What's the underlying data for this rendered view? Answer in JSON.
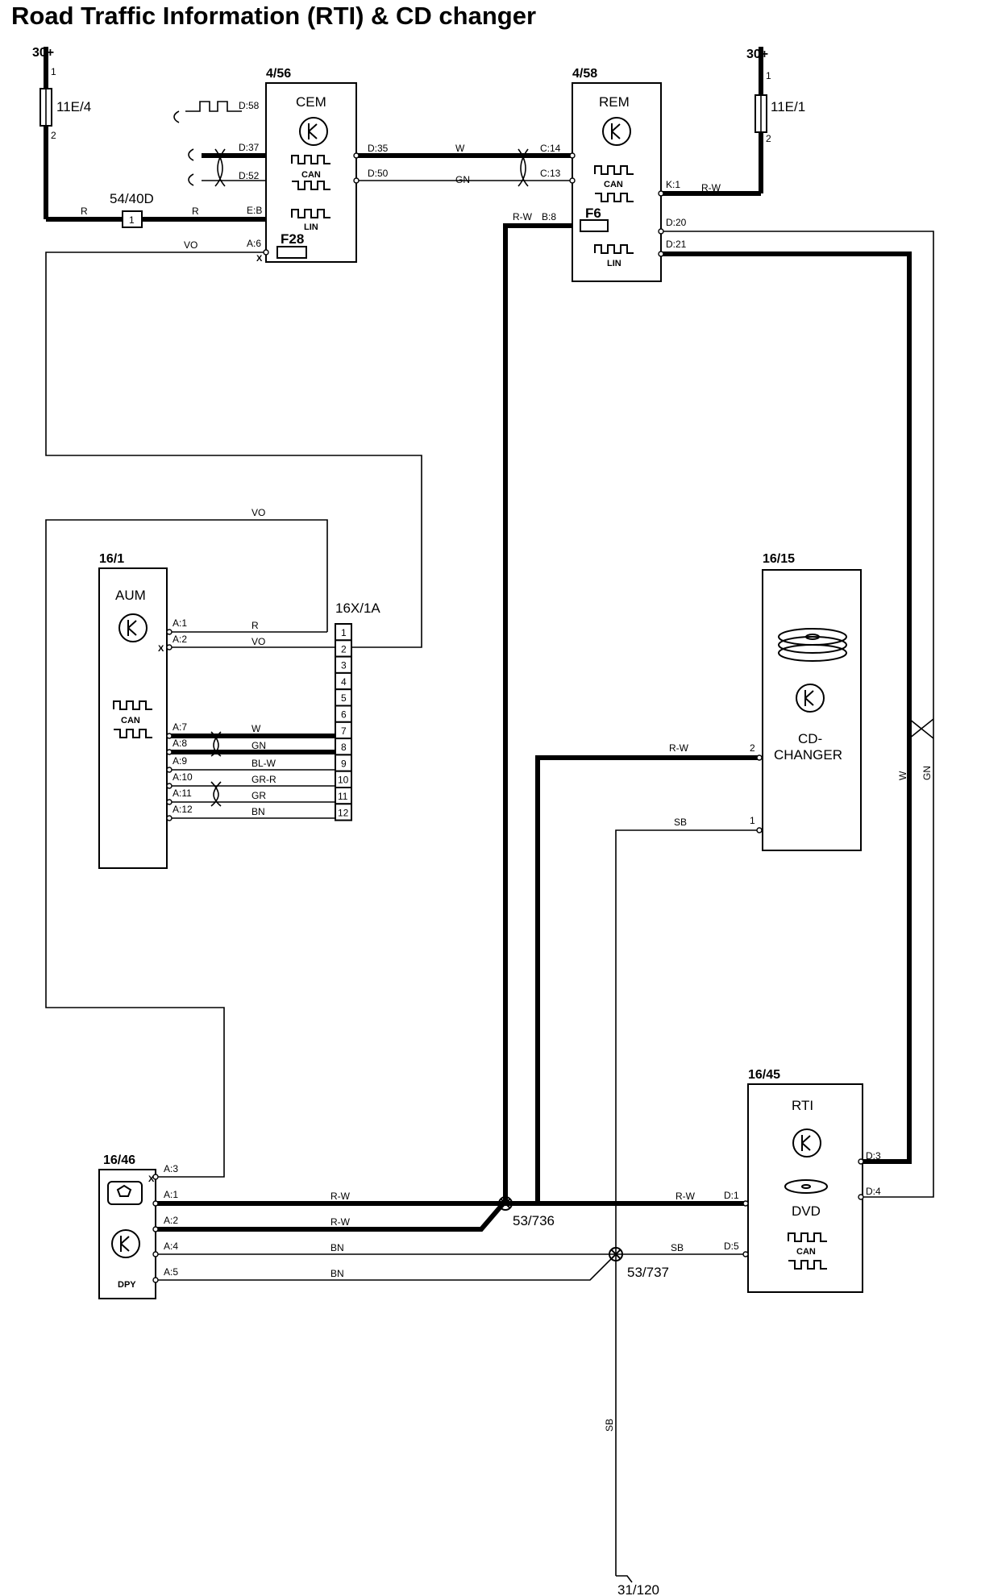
{
  "title": "Road Traffic Information (RTI) & CD changer",
  "supply": {
    "left": "30+",
    "right": "30+"
  },
  "fuses": {
    "f1": "11E/4",
    "f2": "11E/1",
    "f28": "F28",
    "f6": "F6",
    "f1_top": "1",
    "f1_bot": "2",
    "f2_top": "1",
    "f2_bot": "2"
  },
  "connector_54": {
    "id": "54/40D",
    "pin": "1"
  },
  "cem": {
    "id": "4/56",
    "name": "CEM",
    "can": "CAN",
    "lin": "LIN",
    "pins": {
      "d58": "D:58",
      "d37": "D:37",
      "d52": "D:52",
      "eb": "E:B",
      "a6": "A:6",
      "d35": "D:35",
      "d50": "D:50"
    }
  },
  "rem": {
    "id": "4/58",
    "name": "REM",
    "can": "CAN",
    "lin": "LIN",
    "pins": {
      "c14": "C:14",
      "c13": "C:13",
      "b8": "B:8",
      "k1": "K:1",
      "d20": "D:20",
      "d21": "D:21"
    }
  },
  "aum": {
    "id": "16/1",
    "name": "AUM",
    "can": "CAN",
    "pins": [
      "A:1",
      "A:2",
      "A:7",
      "A:8",
      "A:9",
      "A:10",
      "A:11",
      "A:12"
    ]
  },
  "connector_16x": {
    "id": "16X/1A",
    "pins": [
      "1",
      "2",
      "3",
      "4",
      "5",
      "6",
      "7",
      "8",
      "9",
      "10",
      "11",
      "12"
    ]
  },
  "cd_changer": {
    "id": "16/15",
    "name_line1": "CD-",
    "name_line2": "CHANGER",
    "pin2": "2",
    "pin1": "1"
  },
  "rti": {
    "id": "16/45",
    "name": "RTI",
    "dvd": "DVD",
    "can": "CAN",
    "pins": {
      "d3": "D:3",
      "d4": "D:4",
      "d1": "D:1",
      "d5": "D:5"
    }
  },
  "dpy": {
    "id": "16/46",
    "name": "DPY",
    "pins": [
      "A:3",
      "A:1",
      "A:2",
      "A:4",
      "A:5"
    ]
  },
  "splices": {
    "s736": "53/736",
    "s737": "53/737"
  },
  "ground": "31/120",
  "marks": {
    "x": "X"
  },
  "wires": {
    "r": "R",
    "vo": "VO",
    "w": "W",
    "gn": "GN",
    "rw": "R-W",
    "blw": "BL-W",
    "grr": "GR-R",
    "gr": "GR",
    "bn": "BN",
    "sb": "SB"
  }
}
